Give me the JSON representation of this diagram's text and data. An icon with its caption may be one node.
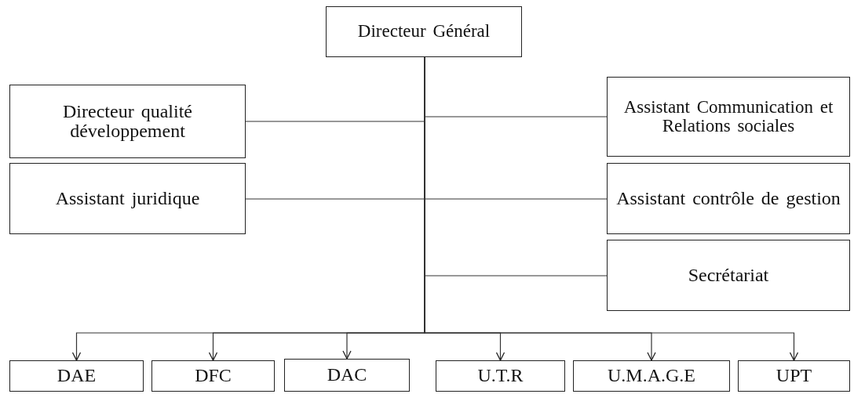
{
  "diagram": {
    "nodes": [
      {
        "text": [
          "Directeur Général"
        ]
      },
      {
        "text": [
          "Directeur qualité développement"
        ]
      },
      {
        "text": [
          "Assistant Communication et Relations sociales"
        ]
      },
      {
        "text": [
          "Assistant juridique"
        ]
      },
      {
        "text": [
          "Assistant contrôle de gestion"
        ]
      },
      {
        "text": [
          "Secrétariat"
        ]
      },
      {
        "text": [
          "DAE"
        ]
      },
      {
        "text": [
          "DFC"
        ]
      },
      {
        "text": [
          "DAC"
        ]
      },
      {
        "text": [
          "U.T.R"
        ]
      },
      {
        "text": [
          "U.M.A.G.E"
        ]
      },
      {
        "text": [
          "UPT"
        ]
      }
    ],
    "edges": [
      {
        "from": 0,
        "to": 1,
        "arrow": "none"
      },
      {
        "from": 0,
        "to": 2,
        "arrow": "none"
      },
      {
        "from": 0,
        "to": 3,
        "arrow": "none"
      },
      {
        "from": 0,
        "to": 4,
        "arrow": "none"
      },
      {
        "from": 0,
        "to": 5,
        "arrow": "none"
      },
      {
        "from": 0,
        "to": 6,
        "arrow": "to"
      },
      {
        "from": 0,
        "to": 7,
        "arrow": "to"
      },
      {
        "from": 0,
        "to": 8,
        "arrow": "to"
      },
      {
        "from": 0,
        "to": 9,
        "arrow": "to"
      },
      {
        "from": 0,
        "to": 10,
        "arrow": "to"
      },
      {
        "from": 0,
        "to": 11,
        "arrow": "to"
      }
    ]
  }
}
